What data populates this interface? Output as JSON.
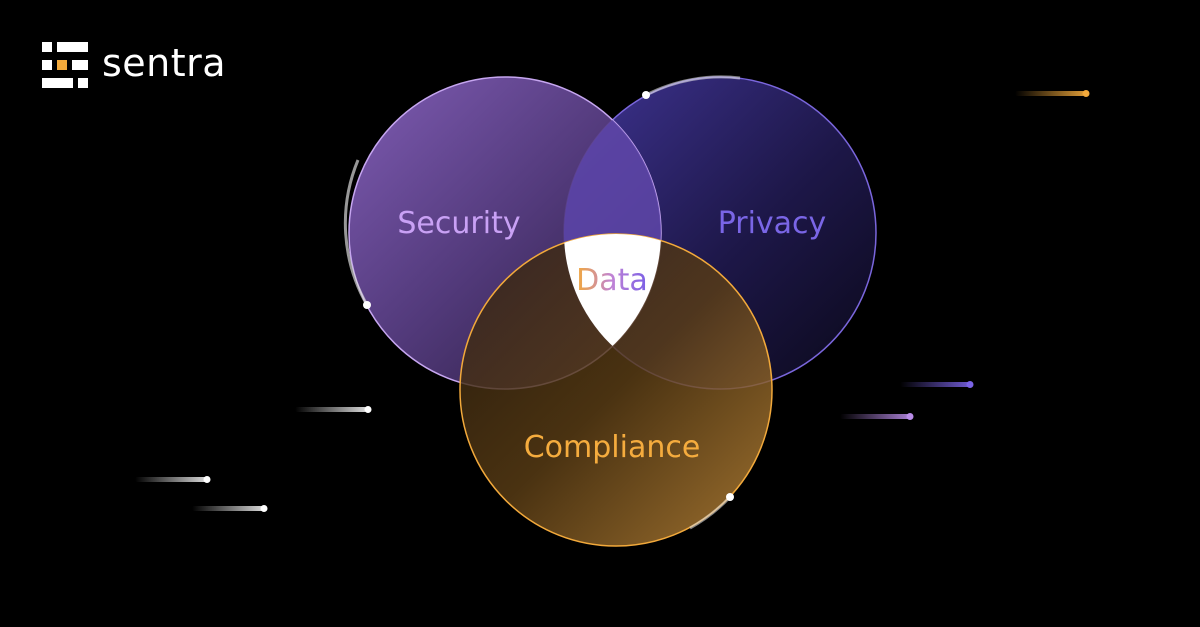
{
  "brand": {
    "name": "sentra",
    "icon": "sentra-logo-mark"
  },
  "diagram": {
    "type": "venn",
    "sets": [
      {
        "label": "Security",
        "color": "#a57ee8"
      },
      {
        "label": "Privacy",
        "color": "#7563e0"
      },
      {
        "label": "Compliance",
        "color": "#f2a93b"
      }
    ],
    "intersection_label": "Data"
  },
  "colors": {
    "background": "#000000",
    "accent_orange": "#f2a93b",
    "accent_purple": "#8f72e6"
  }
}
